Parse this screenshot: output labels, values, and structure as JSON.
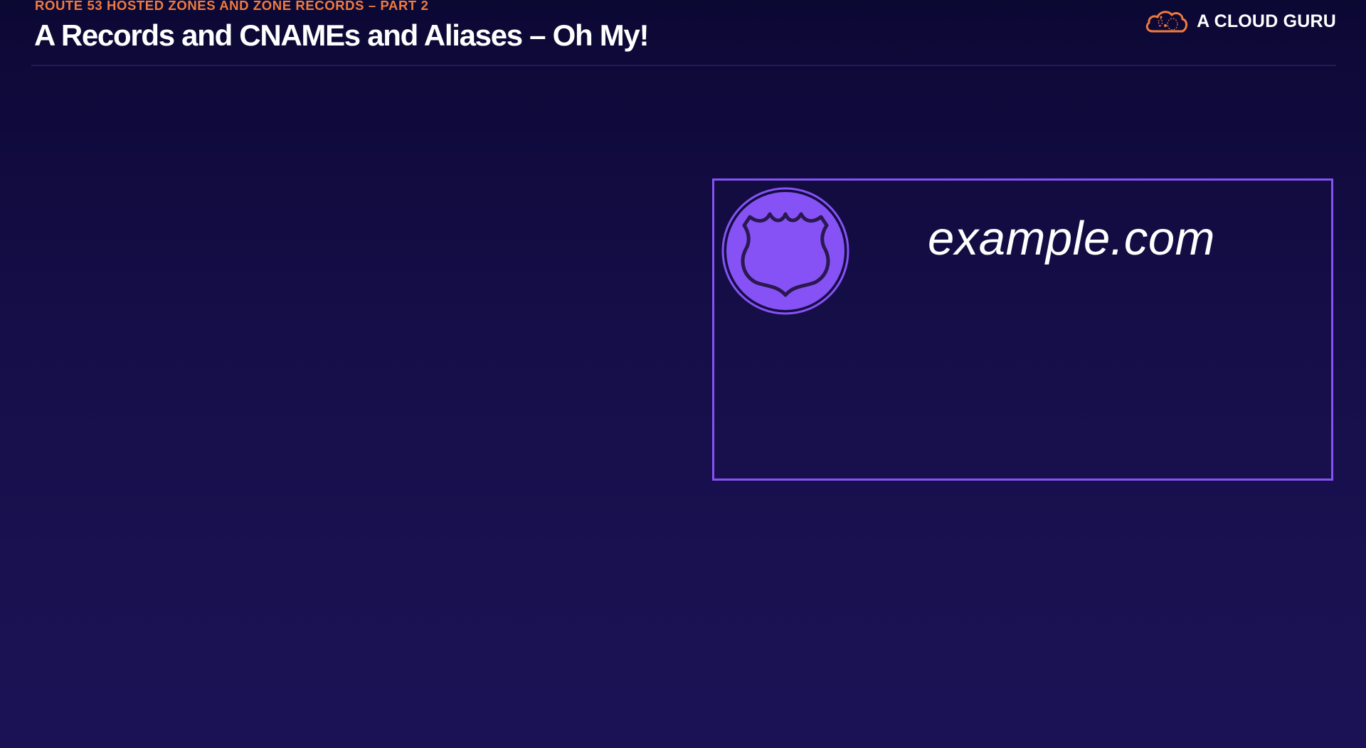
{
  "slide": {
    "subtitle": "ROUTE 53 HOSTED ZONES AND ZONE RECORDS – PART 2",
    "title": "A Records and CNAMEs and Aliases – Oh My!"
  },
  "brand": {
    "name": "A CLOUD GURU",
    "icon": "cloud-logo-icon",
    "color": "#ef7b3e"
  },
  "hosted_zone": {
    "domain": "example.com",
    "icon": "route53-shield-icon",
    "border_color": "#8752f5"
  },
  "colors": {
    "background": "#170f4c",
    "accent_orange": "#ef7b3e",
    "accent_purple": "#8752f5"
  }
}
